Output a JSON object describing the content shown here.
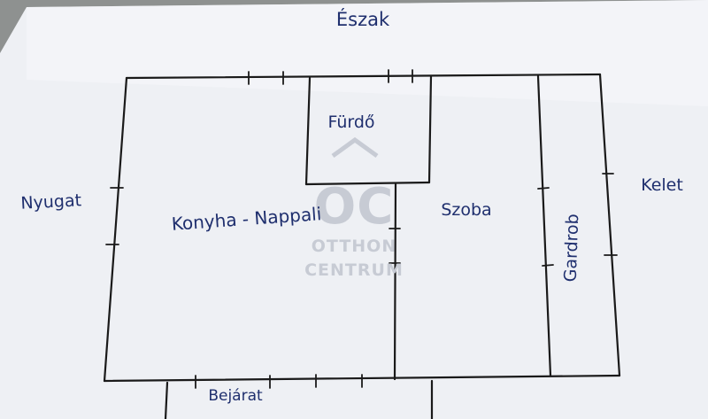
{
  "labels": {
    "north": "Észak",
    "west": "Nyugat",
    "east": "Kelet",
    "bathroom": "Fürdő",
    "kitchen_living": "Konyha - Nappali",
    "room": "Szoba",
    "wardrobe": "Gardrob",
    "entrance": "Bejárat"
  },
  "watermark": {
    "logo_letters": "OC",
    "line1": "OTTHON",
    "line2": "CENTRUM"
  },
  "colors": {
    "paper": "#f1f3f6",
    "background": "#9a9c9b",
    "ink_lines": "#1a1a1a",
    "ink_text": "#1f2f6e",
    "watermark": "#c7cbd4"
  }
}
